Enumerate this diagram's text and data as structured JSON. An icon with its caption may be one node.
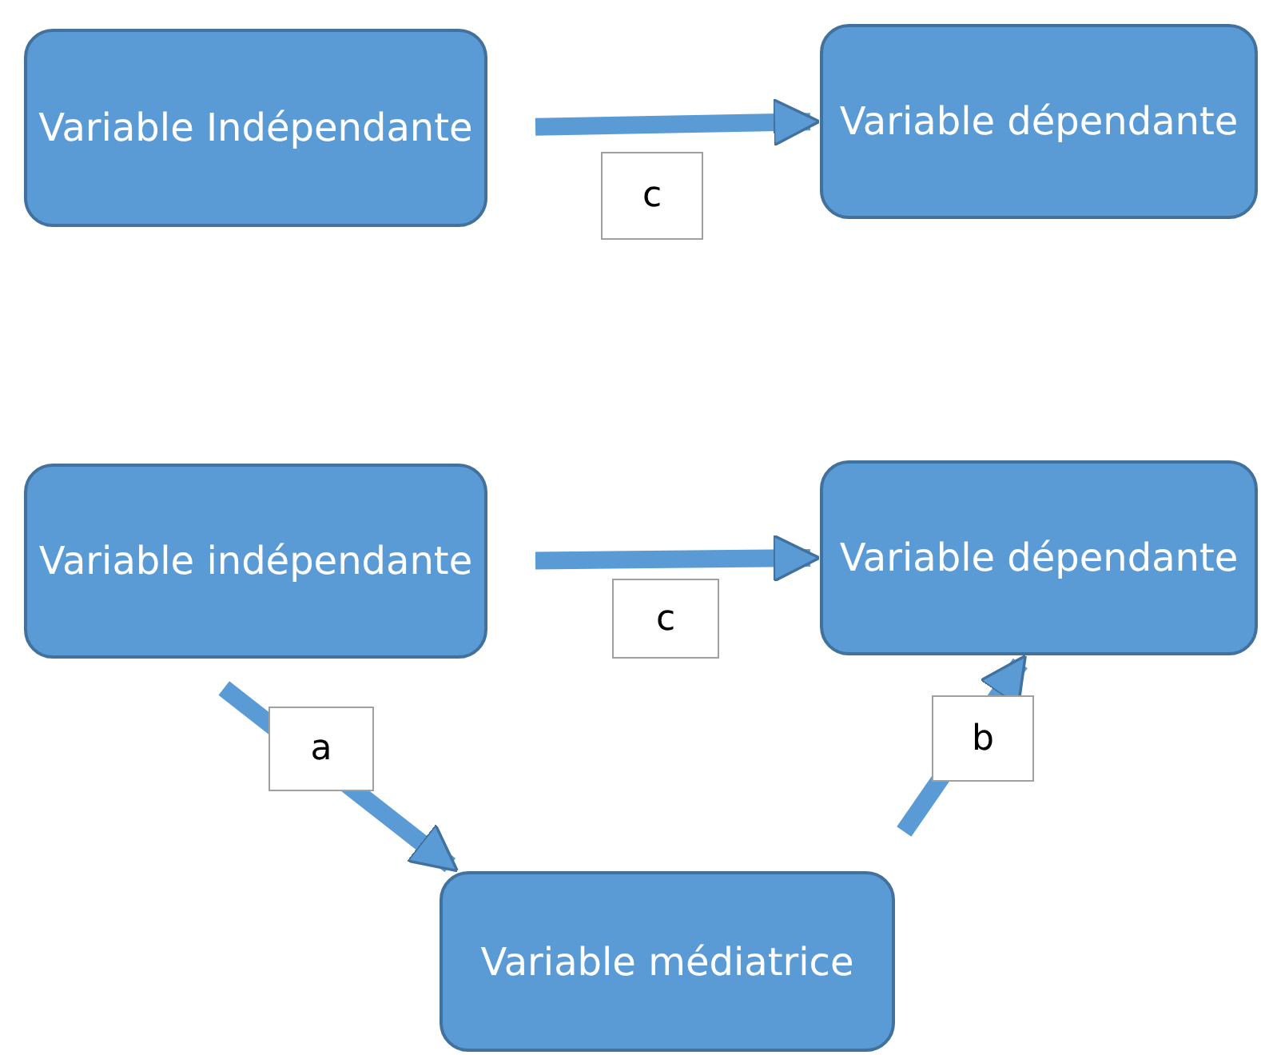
{
  "diagram": {
    "nodes": [
      {
        "text": [
          "Variable Indépendante"
        ]
      },
      {
        "text": [
          "Variable dépendante"
        ]
      },
      {
        "text": [
          "Variable indépendante"
        ]
      },
      {
        "text": [
          "Variable dépendante"
        ]
      },
      {
        "text": [
          "Variable médiatrice"
        ]
      }
    ],
    "edges": [
      {
        "from": 0,
        "to": 1,
        "arrow": "to",
        "label": "c"
      },
      {
        "from": 2,
        "to": 3,
        "arrow": "to",
        "label": "c"
      },
      {
        "from": 2,
        "to": 4,
        "arrow": "to",
        "label": "a"
      },
      {
        "from": 4,
        "to": 3,
        "arrow": "to",
        "label": "b"
      }
    ]
  }
}
